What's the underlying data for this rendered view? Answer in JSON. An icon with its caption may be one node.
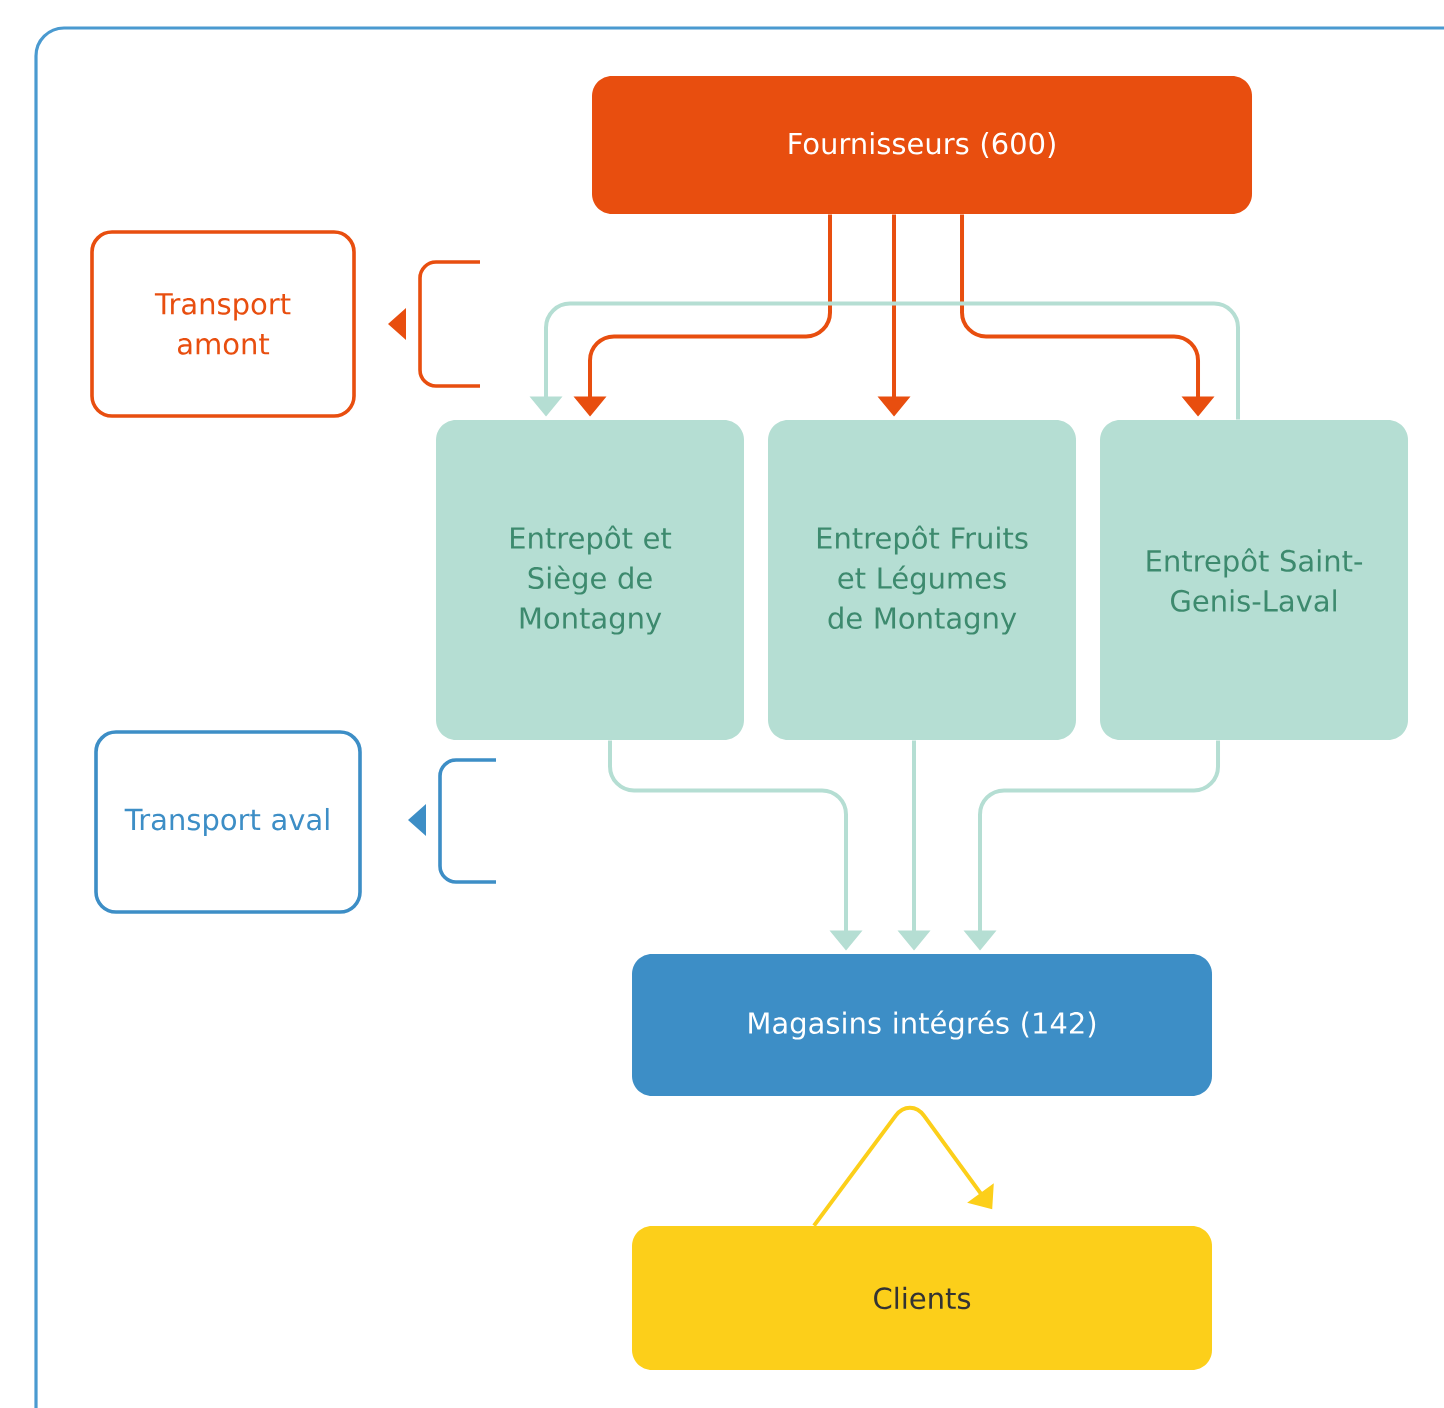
{
  "diagram": {
    "nodes": [
      {
        "text": [
          "Fournisseurs (600)"
        ]
      },
      {
        "text": [
          "Transport amont"
        ]
      },
      {
        "text": [
          "Entrepôt et Siège de Montagny"
        ]
      },
      {
        "text": [
          "Entrepôt Fruits et Légumes de Montagny"
        ]
      },
      {
        "text": [
          "Entrepôt Saint-Genis-Laval"
        ]
      },
      {
        "text": [
          "Transport aval"
        ]
      },
      {
        "text": [
          "Magasins intégrés (142)"
        ]
      },
      {
        "text": [
          "Clients"
        ]
      }
    ],
    "edges": [
      {
        "from": 0,
        "to": 2,
        "arrow": "to",
        "color": "#e84e0f"
      },
      {
        "from": 0,
        "to": 3,
        "arrow": "to",
        "color": "#e84e0f"
      },
      {
        "from": 0,
        "to": 4,
        "arrow": "to",
        "color": "#e84e0f"
      },
      {
        "from": 4,
        "to": 2,
        "arrow": "to",
        "color": "#b5ded3"
      },
      {
        "from": 2,
        "to": 6,
        "arrow": "to",
        "color": "#b5ded3"
      },
      {
        "from": 3,
        "to": 6,
        "arrow": "to",
        "color": "#b5ded3"
      },
      {
        "from": 4,
        "to": 6,
        "arrow": "to",
        "color": "#b5ded3"
      },
      {
        "from": 7,
        "to": 7,
        "arrow": "to",
        "color": "#fccf1a"
      }
    ]
  }
}
